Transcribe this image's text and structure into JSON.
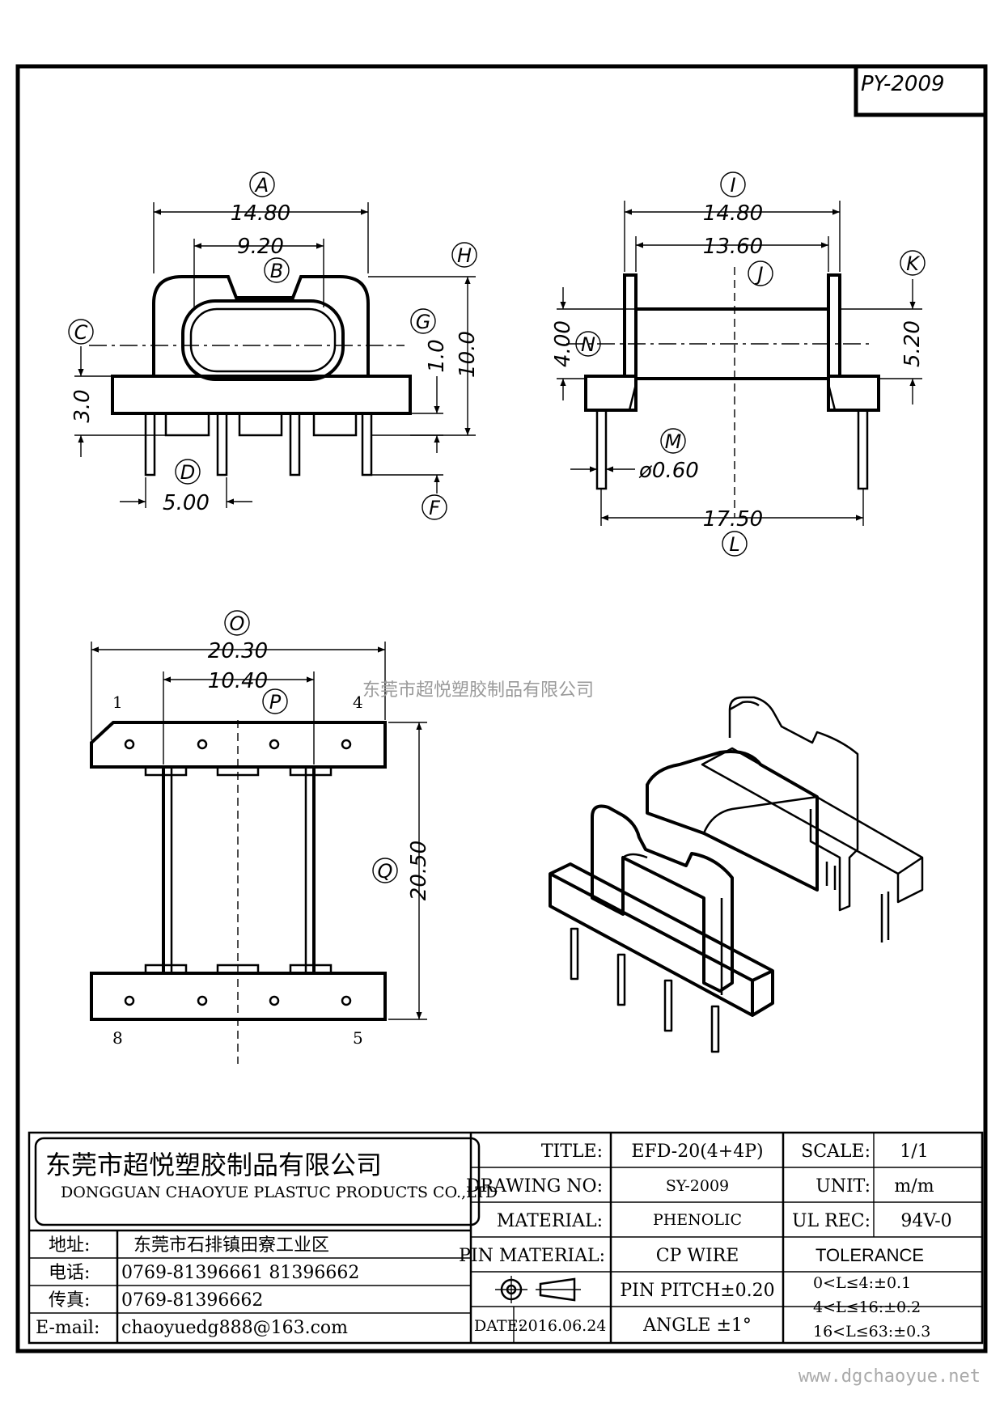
{
  "part_number": "PY-2009",
  "watermark": "东莞市超悦塑胶制品有限公司",
  "website": "www.dgchaoyue.net",
  "front_view": {
    "dims": {
      "A": {
        "letter": "A",
        "value": "14.80"
      },
      "B": {
        "letter": "B",
        "value": "9.20"
      },
      "C": {
        "letter": "C",
        "value": "3.0"
      },
      "D": {
        "letter": "D",
        "value": "5.00"
      },
      "F": {
        "letter": "F"
      },
      "G": {
        "letter": "G",
        "value": "1.0"
      },
      "H": {
        "letter": "H",
        "value": "10.0"
      }
    }
  },
  "side_view": {
    "dims": {
      "I": {
        "letter": "I",
        "value": "14.80"
      },
      "J": {
        "letter": "J",
        "value": "13.60"
      },
      "K": {
        "letter": "K",
        "value": "5.20"
      },
      "N": {
        "letter": "N",
        "value": "4.00"
      },
      "M": {
        "letter": "M",
        "value": "ø0.60"
      },
      "L": {
        "letter": "L",
        "value": "17.50"
      }
    }
  },
  "bottom_view": {
    "dims": {
      "O": {
        "letter": "O",
        "value": "20.30"
      },
      "P": {
        "letter": "P",
        "value": "10.40"
      },
      "Q": {
        "letter": "Q",
        "value": "20.50"
      }
    },
    "pins": {
      "p1": "1",
      "p4": "4",
      "p8": "8",
      "p5": "5"
    }
  },
  "title_block": {
    "company_cn": "东莞市超悦塑胶制品有限公司",
    "company_en": "DONGGUAN CHAOYUE PLASTUC PRODUCTS CO.,LTD",
    "address_label": "地址:",
    "address": "东莞市石排镇田寮工业区",
    "phone_label": "电话:",
    "phone": "0769-81396661  81396662",
    "fax_label": "传真:",
    "fax": "0769-81396662",
    "email_label": "E-mail:",
    "email": "chaoyuedg888@163.com",
    "title_label": "TITLE:",
    "title": "EFD-20(4+4P)",
    "drawing_no_label": "DRAWING NO:",
    "drawing_no": "SY-2009",
    "material_label": "MATERIAL:",
    "material": "PHENOLIC",
    "pin_material_label": "PIN MATERIAL:",
    "pin_material": "CP WIRE",
    "pin_pitch": "PIN PITCH±0.20",
    "date_label": "DATE:",
    "date": "2016.06.24",
    "angle": "ANGLE  ±1°",
    "scale_label": "SCALE:",
    "scale": "1/1",
    "unit_label": "UNIT:",
    "unit": "m/m",
    "ul_rec_label": "UL REC:",
    "ul_rec": "94V-0",
    "tolerance_label": "TOLERANCE",
    "tolerance_1": "0<L≤4:±0.1",
    "tolerance_2": "4<L≤16:±0.2",
    "tolerance_3": "16<L≤63:±0.3"
  }
}
